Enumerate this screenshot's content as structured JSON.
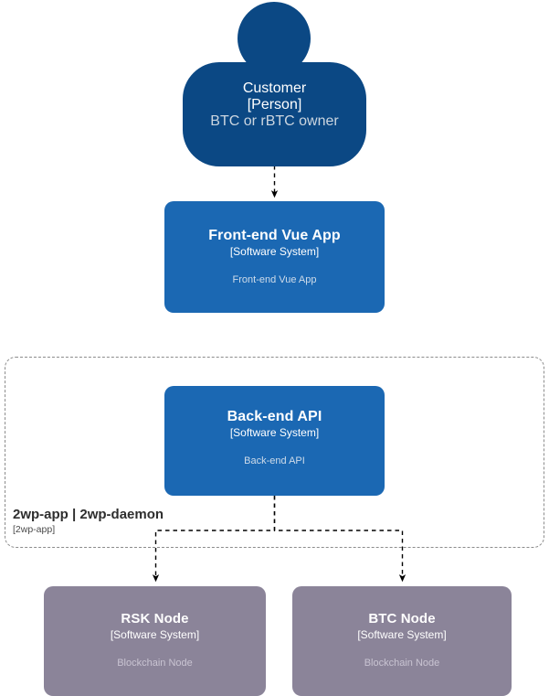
{
  "diagram": {
    "type": "c4-context-diagram",
    "background": "#ffffff",
    "palette": {
      "person": "#0b4884",
      "software_system": "#1b68b3",
      "blockchain_node": "#8b8499",
      "boundary_stroke": "#8c8c8c",
      "connector_stroke": "#000000",
      "title_text": "#ffffff",
      "description_text": "#d3dae2",
      "boundary_text": "#2e2e2e"
    },
    "nodes": [
      {
        "id": "customer",
        "shape": "person",
        "title": "Customer",
        "subtitle": "[Person]",
        "description": "BTC or rBTC owner",
        "color": "#0b4884"
      },
      {
        "id": "frontend",
        "shape": "rounded-rect",
        "title": "Front-end Vue App",
        "subtitle": "[Software System]",
        "description": "Front-end Vue App",
        "color": "#1b68b3"
      },
      {
        "id": "backend",
        "shape": "rounded-rect",
        "title": "Back-end API",
        "subtitle": "[Software System]",
        "description": "Back-end API",
        "color": "#1b68b3"
      },
      {
        "id": "rsk-node",
        "shape": "rounded-rect",
        "title": "RSK Node",
        "subtitle": "[Software System]",
        "description": "Blockchain Node",
        "color": "#8b8499"
      },
      {
        "id": "btc-node",
        "shape": "rounded-rect",
        "title": "BTC Node",
        "subtitle": "[Software System]",
        "description": "Blockchain Node",
        "color": "#8b8499"
      }
    ],
    "boundary": {
      "id": "2wp-boundary",
      "title": "2wp-app | 2wp-daemon",
      "subtitle": "[2wp-app]",
      "style": "dashed"
    },
    "connectors": [
      {
        "id": "customer-to-frontend",
        "from": "customer",
        "to": "frontend",
        "style": "dashed",
        "arrow": "end",
        "label": ""
      },
      {
        "id": "backend-to-rsk",
        "from": "backend",
        "to": "rsk-node",
        "style": "dashed",
        "arrow": "end",
        "label": ""
      },
      {
        "id": "backend-to-btc",
        "from": "backend",
        "to": "btc-node",
        "style": "dashed",
        "arrow": "end",
        "label": ""
      }
    ]
  }
}
